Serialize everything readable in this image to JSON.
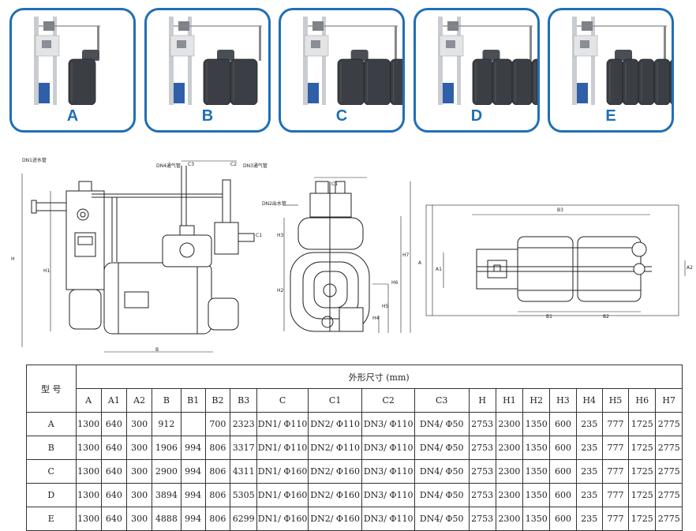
{
  "variants": [
    {
      "label": "A",
      "tanks": 1
    },
    {
      "label": "B",
      "tanks": 2
    },
    {
      "label": "C",
      "tanks": 3
    },
    {
      "label": "D",
      "tanks": 4
    },
    {
      "label": "E",
      "tanks": 5
    }
  ],
  "drawing": {
    "labels": {
      "dn1": "DN1进水管",
      "dn4": "DN4通气管",
      "dn3": "DN3通气管",
      "dn2": "DN2出水管",
      "c1": "C1",
      "c2": "C2",
      "c3": "C3",
      "h": "H",
      "h1": "H1",
      "h2": "H2",
      "h3": "H3",
      "h4": "H4",
      "h5": "H5",
      "h6": "H6",
      "h7": "H7",
      "a": "A",
      "a1": "A1",
      "a2": "A2",
      "b": "B",
      "b1": "B1",
      "b2": "B2",
      "b3": "B3"
    }
  },
  "table": {
    "model_header": "型 号",
    "dims_header": "外形尺寸 (mm)",
    "columns": [
      "A",
      "A1",
      "A2",
      "B",
      "B1",
      "B2",
      "B3",
      "C",
      "C1",
      "C2",
      "C3",
      "H",
      "H1",
      "H2",
      "H3",
      "H4",
      "H5",
      "H6",
      "H7"
    ],
    "rows": [
      [
        "A",
        "1300",
        "640",
        "300",
        "912",
        "",
        "700",
        "2323",
        "DN1/ Φ110",
        "DN2/ Φ110",
        "DN3/ Φ110",
        "DN4/ Φ50",
        "2753",
        "2300",
        "1350",
        "600",
        "235",
        "777",
        "1725",
        "2775"
      ],
      [
        "B",
        "1300",
        "640",
        "300",
        "1906",
        "994",
        "806",
        "3317",
        "DN1/ Φ110",
        "DN2/ Φ110",
        "DN3/ Φ110",
        "DN4/ Φ50",
        "2753",
        "2300",
        "1350",
        "600",
        "235",
        "777",
        "1725",
        "2775"
      ],
      [
        "C",
        "1300",
        "640",
        "300",
        "2900",
        "994",
        "806",
        "4311",
        "DN1/ Φ160",
        "DN2/ Φ160",
        "DN3/ Φ110",
        "DN4/ Φ50",
        "2753",
        "2300",
        "1350",
        "600",
        "235",
        "777",
        "1725",
        "2775"
      ],
      [
        "D",
        "1300",
        "640",
        "300",
        "3894",
        "994",
        "806",
        "5305",
        "DN1/ Φ160",
        "DN2/ Φ160",
        "DN3/ Φ110",
        "DN4/ Φ50",
        "2753",
        "2300",
        "1350",
        "600",
        "235",
        "777",
        "1725",
        "2775"
      ],
      [
        "E",
        "1300",
        "640",
        "300",
        "4888",
        "994",
        "806",
        "6299",
        "DN1/ Φ160",
        "DN2/ Φ160",
        "DN3/ Φ110",
        "DN4/ Φ50",
        "2753",
        "2300",
        "1350",
        "600",
        "235",
        "777",
        "1725",
        "2775"
      ]
    ]
  }
}
